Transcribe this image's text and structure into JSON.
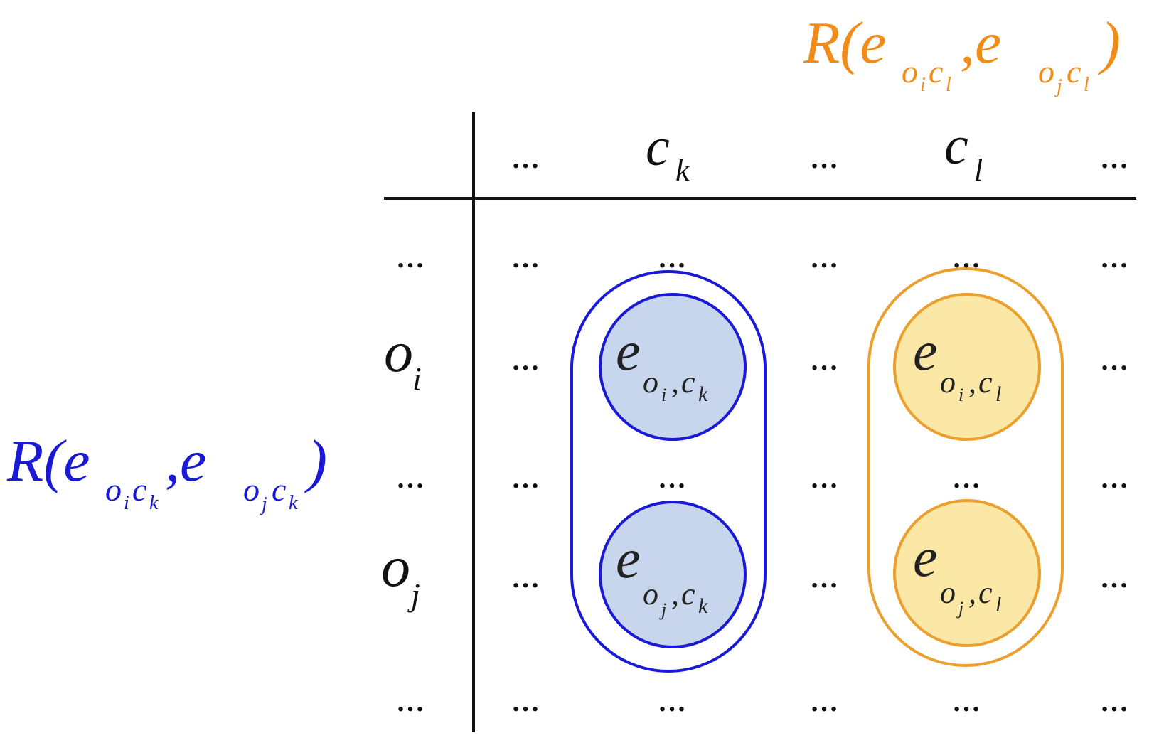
{
  "colors": {
    "blue": "#1a1ad6",
    "blue_fill": "#c7d6ec",
    "orange": "#f08c1a",
    "orange_stroke": "#eba02e",
    "orange_fill": "#fbe8a6",
    "ink": "#111111"
  },
  "ellipsis": "…",
  "top_label": {
    "R": "R(",
    "e1": "e",
    "s1a": "o",
    "s1ai": "i",
    "s1b": "c",
    "s1bi": "l",
    "comma": ",",
    "e2": "e",
    "s2a": "o",
    "s2ai": "j",
    "s2b": "c",
    "s2bi": "l",
    "close": ")"
  },
  "left_label": {
    "R": "R(",
    "e1": "e",
    "s1a": "o",
    "s1ai": "i",
    "s1b": "c",
    "s1bi": "k",
    "comma": ",",
    "e2": "e",
    "s2a": "o",
    "s2ai": "j",
    "s2b": "c",
    "s2bi": "k",
    "close": ")"
  },
  "columns": {
    "ck": {
      "base": "c",
      "sub": "k"
    },
    "cl": {
      "base": "c",
      "sub": "l"
    }
  },
  "rows": {
    "oi": {
      "base": "o",
      "sub": "i"
    },
    "oj": {
      "base": "o",
      "sub": "j"
    }
  },
  "cells": {
    "oi_ck": {
      "base": "e",
      "o": "o",
      "oi": "i",
      "c": "c",
      "ci": "k",
      "comma": ","
    },
    "oj_ck": {
      "base": "e",
      "o": "o",
      "oi": "j",
      "c": "c",
      "ci": "k",
      "comma": ","
    },
    "oi_cl": {
      "base": "e",
      "o": "o",
      "oi": "i",
      "c": "c",
      "ci": "l",
      "comma": ","
    },
    "oj_cl": {
      "base": "e",
      "o": "o",
      "oi": "j",
      "c": "c",
      "ci": "l",
      "comma": ","
    }
  }
}
